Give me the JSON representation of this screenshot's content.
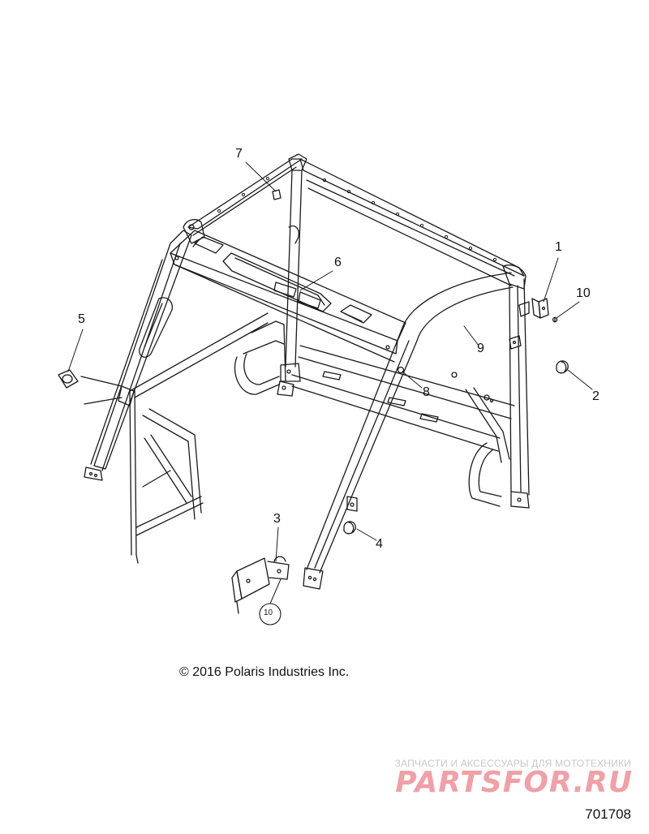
{
  "callouts": [
    {
      "number": "1"
    },
    {
      "number": "2"
    },
    {
      "number": "3"
    },
    {
      "number": "4"
    },
    {
      "number": "5"
    },
    {
      "number": "6"
    },
    {
      "number": "7"
    },
    {
      "number": "8"
    },
    {
      "number": "9"
    },
    {
      "number": "10"
    }
  ],
  "circled_ref": "10",
  "copyright": "© 2016 Polaris Industries Inc.",
  "watermark": {
    "caption": "ЗАПЧАСТИ И АКСЕССУАРЫ ДЛЯ МОТОТЕХНИКИ",
    "logo": "PARTSFOR.RU",
    "logo_color": "#f0a0a6"
  },
  "diagram_id": "701708",
  "colors": {
    "line": "#1a1a1a",
    "background": "#ffffff"
  }
}
